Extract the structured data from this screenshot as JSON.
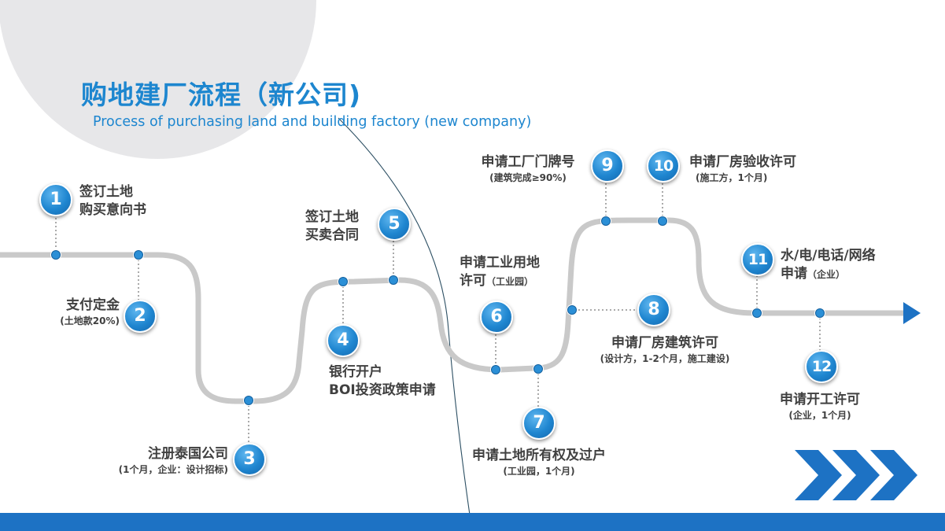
{
  "title": "购地建厂流程（新公司)",
  "subtitle": "Process of purchasing land and building factory (new company)",
  "steps": [
    {
      "num": "1",
      "lines": [
        "签订土地",
        "购买意向书"
      ]
    },
    {
      "num": "2",
      "main": "支付定金",
      "note": "(土地款20%)"
    },
    {
      "num": "3",
      "main": "注册泰国公司",
      "note": "(1个月，企业：设计招标)"
    },
    {
      "num": "4",
      "lines": [
        "银行开户",
        "BOI投资政策申请"
      ]
    },
    {
      "num": "5",
      "lines": [
        "签订土地",
        "买卖合同"
      ]
    },
    {
      "num": "6",
      "main": "申请工业用地",
      "line2": "许可",
      "note": "（工业园）"
    },
    {
      "num": "7",
      "main": "申请土地所有权及过户",
      "note": "(工业园，1个月)"
    },
    {
      "num": "8",
      "main": "申请厂房建筑许可",
      "note": "(设计方，1-2个月，施工建设)"
    },
    {
      "num": "9",
      "main": "申请工厂门牌号",
      "note": "(建筑完成≥90%)"
    },
    {
      "num": "10",
      "main": "申请厂房验收许可",
      "note": "(施工方，1个月)"
    },
    {
      "num": "11",
      "main": "水/电/电话/网络",
      "line2": "申请",
      "note": "（企业）"
    },
    {
      "num": "12",
      "main": "申请开工许可",
      "note": "(企业，1个月)"
    }
  ]
}
